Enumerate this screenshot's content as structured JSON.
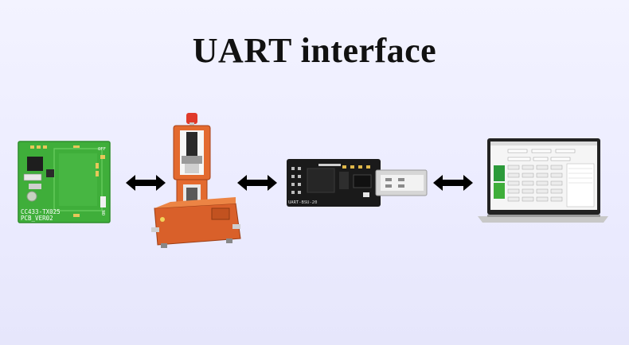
{
  "title": "UART interface",
  "pcb": {
    "label_line1": "CC433-TX025",
    "label_line2": "PCB_VER02",
    "switch_off": "OFF",
    "switch_on": "ON"
  },
  "usb": {
    "label": "UART-BSU-20"
  },
  "colors": {
    "pcb_green": "#3fae3a",
    "fixture_orange": "#d9602a",
    "usb_black": "#1a1a1a",
    "arrow": "#000000"
  }
}
